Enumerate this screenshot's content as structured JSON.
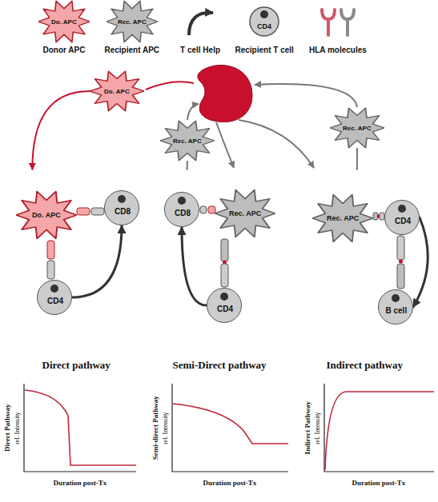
{
  "diagram": {
    "nodes": [
      {
        "text": [
          "Do. APC"
        ]
      },
      {
        "text": [
          "Rec. APC"
        ]
      },
      {
        "text": [
          "Rec. APC"
        ]
      },
      {
        "text": [
          "Direct pathway"
        ]
      },
      {
        "text": [
          "Do. APC"
        ],
        "in": 3
      },
      {
        "text": [
          "CD8"
        ],
        "in": 3
      },
      {
        "text": [
          "CD4"
        ],
        "in": 3
      },
      {
        "text": [
          "Semi-Direct pathway"
        ]
      },
      {
        "text": [
          "CD8"
        ],
        "in": 7
      },
      {
        "text": [
          "Rec. APC"
        ],
        "in": 7
      },
      {
        "text": [
          "CD4"
        ],
        "in": 7
      },
      {
        "text": [
          "Indirect pathway"
        ]
      },
      {
        "text": [
          "Rec. APC"
        ],
        "in": 11
      },
      {
        "text": [
          "CD4"
        ],
        "in": 11
      },
      {
        "text": [
          "B cell"
        ],
        "in": 11
      }
    ],
    "edges": [
      {
        "from": 0,
        "to": 3,
        "arrow": "to"
      },
      {
        "from": 7,
        "to": 1,
        "arrow": "none"
      },
      {
        "from": 11,
        "to": 2,
        "arrow": "none"
      },
      {
        "from": 6,
        "to": 5,
        "arrow": "to"
      },
      {
        "from": 10,
        "to": 8,
        "arrow": "to"
      },
      {
        "from": 13,
        "to": 14,
        "arrow": "to"
      }
    ],
    "labels": [
      "Do. APC",
      "Rec. APC",
      "CD4",
      "Direct Pathway",
      "rel. Intensity",
      "Duration post-Tx",
      "Semi-direct Pathway",
      "rel. Intensity",
      "Duration post-Tx",
      "Indirect Pathway",
      "rel. Intensity",
      "Duration post-Tx"
    ],
    "legend": [
      {
        "text": "Donor APC"
      },
      {
        "text": "Recipient APC"
      },
      {
        "text": "T cell Help"
      },
      {
        "text": "Recipient T cell"
      },
      {
        "text": "HLA molecules"
      }
    ]
  }
}
